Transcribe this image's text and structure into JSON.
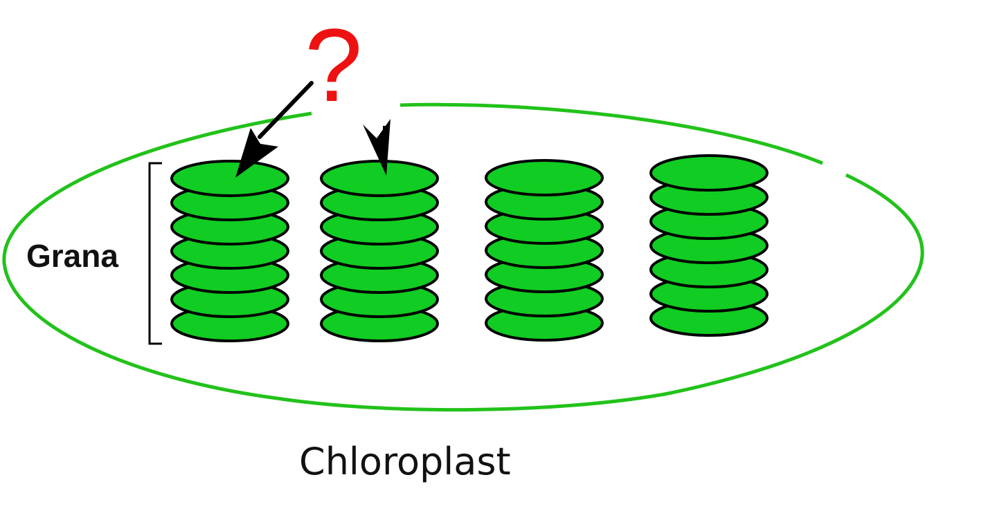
{
  "diagram": {
    "question_mark": "?",
    "grana_label": "Grana",
    "chloroplast_label": "Chloroplast",
    "colors": {
      "membrane": "#22c21a",
      "thylakoid_fill": "#11cc22",
      "outline": "#000000",
      "question": "#ee1111",
      "text": "#111111"
    },
    "stacks": [
      {
        "discs": 7
      },
      {
        "discs": 7
      },
      {
        "discs": 7
      },
      {
        "discs": 7
      }
    ]
  }
}
